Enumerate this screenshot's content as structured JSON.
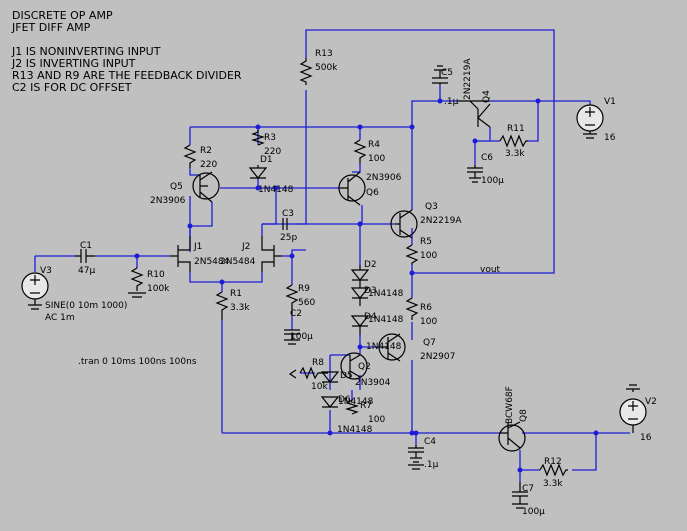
{
  "notes": {
    "title": "DISCRETE OP AMP",
    "subtitle": "JFET DIFF AMP",
    "lines": [
      "J1 IS NONINVERTING INPUT",
      "J2 IS INVERTING INPUT",
      "R13 AND R9 ARE THE FEEDBACK DIVIDER",
      "C2 IS FOR DC OFFSET"
    ],
    "directive": ".tran 0 10ms 100ns 100ns"
  },
  "components": {
    "R13": {
      "name": "R13",
      "value": "500k"
    },
    "C5": {
      "name": "C5",
      "value": ".1µ"
    },
    "Q4": {
      "name": "Q4",
      "model": "2N2219A"
    },
    "V1": {
      "name": "V1",
      "value": "16"
    },
    "R11": {
      "name": "R11",
      "value": "3.3k"
    },
    "C6": {
      "name": "C6",
      "value": "100µ"
    },
    "R3": {
      "name": "R3",
      "value": "220"
    },
    "R2": {
      "name": "R2",
      "value": "220"
    },
    "D1": {
      "name": "D1",
      "model": "1N4148"
    },
    "R4": {
      "name": "R4",
      "value": "100"
    },
    "Q5": {
      "name": "Q5",
      "model": "2N3906"
    },
    "Q6": {
      "name": "Q6",
      "model": "2N3906"
    },
    "Q3": {
      "name": "Q3",
      "model": "2N2219A"
    },
    "C3": {
      "name": "C3",
      "value": "25p"
    },
    "C1": {
      "name": "C1",
      "value": "47µ"
    },
    "J1": {
      "name": "J1",
      "model": "2N5484"
    },
    "J2": {
      "name": "J2",
      "model": "2N5484"
    },
    "R5": {
      "name": "R5",
      "value": "100"
    },
    "V3": {
      "name": "V3",
      "value": "SINE(0 10m 1000)",
      "ac": "AC 1m"
    },
    "R10": {
      "name": "R10",
      "value": "100k"
    },
    "D2": {
      "name": "D2",
      "model": "1N4148"
    },
    "D3": {
      "name": "D3",
      "model": "1N4148"
    },
    "D4": {
      "name": "D4",
      "model": "1N4148"
    },
    "R1": {
      "name": "R1",
      "value": "3.3k"
    },
    "R9": {
      "name": "R9",
      "value": "560"
    },
    "C2": {
      "name": "C2",
      "value": "100µ"
    },
    "R6": {
      "name": "R6",
      "value": "100"
    },
    "Q7": {
      "name": "Q7",
      "model": "2N2907"
    },
    "R8": {
      "name": "R8",
      "value": "10k"
    },
    "D5": {
      "name": "D5",
      "model": "1N4148"
    },
    "Q2": {
      "name": "Q2",
      "model": "2N3904"
    },
    "R7": {
      "name": "R7",
      "value": "100"
    },
    "D6": {
      "name": "D6",
      "model": "1N4148"
    },
    "C4": {
      "name": "C4",
      "value": ".1µ"
    },
    "Q8": {
      "name": "Q8",
      "model": "BCW68F"
    },
    "V2": {
      "name": "V2",
      "value": "16"
    },
    "R12": {
      "name": "R12",
      "value": "3.3k"
    },
    "C7": {
      "name": "C7",
      "value": "100µ"
    }
  },
  "nets": {
    "vout": "vout"
  },
  "colors": {
    "wire": "#1c1cd8",
    "background": "#c0c0c0",
    "component": "#000000"
  }
}
